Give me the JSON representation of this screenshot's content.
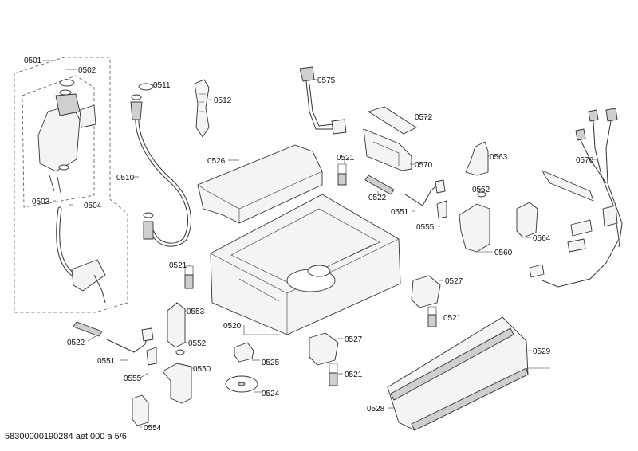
{
  "footer_code": "58300000190284 aet 000 a 5/6",
  "labels": {
    "p0501": "0501",
    "p0502": "0502",
    "p0503": "0503",
    "p0504": "0504",
    "p0510": "0510",
    "p0511": "0511",
    "p0512": "0512",
    "p0520": "0520",
    "p0521a": "0521",
    "p0521b": "0521",
    "p0521c": "0521",
    "p0521d": "0521",
    "p0522a": "0522",
    "p0522b": "0522",
    "p0524": "0524",
    "p0525": "0525",
    "p0526": "0526",
    "p0527a": "0527",
    "p0527b": "0527",
    "p0528": "0528",
    "p0529": "0529",
    "p0550": "0550",
    "p0551a": "0551",
    "p0551b": "0551",
    "p0552a": "0552",
    "p0552b": "0552",
    "p0553": "0553",
    "p0554": "0554",
    "p0555a": "0555",
    "p0555b": "0555",
    "p0560": "0560",
    "p0563": "0563",
    "p0564": "0564",
    "p0570": "0570",
    "p0572": "0572",
    "p0575": "0575",
    "p0576": "0576"
  }
}
